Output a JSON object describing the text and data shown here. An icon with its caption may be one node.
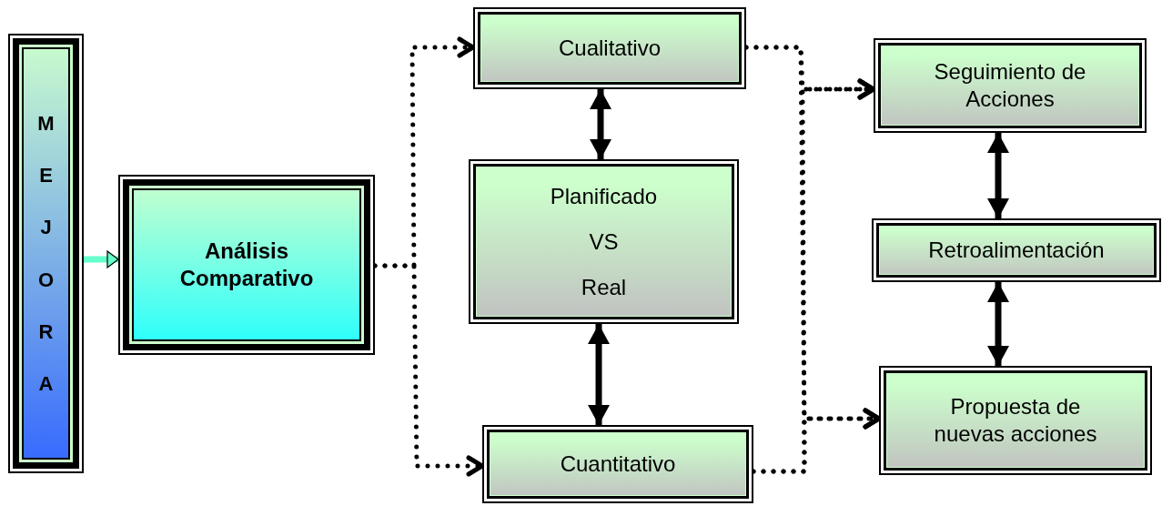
{
  "diagram": {
    "nodes": [
      {
        "text": [
          "M E J O R A"
        ]
      },
      {
        "text": [
          "Análisis Comparativo"
        ]
      },
      {
        "text": [
          "Cualitativo"
        ]
      },
      {
        "text": [
          "Planificado",
          "VS",
          "Real"
        ]
      },
      {
        "text": [
          "Cuantitativo"
        ]
      },
      {
        "text": [
          "Seguimiento de Acciones"
        ]
      },
      {
        "text": [
          "Retroalimentación"
        ]
      },
      {
        "text": [
          "Propuesta de nuevas acciones"
        ]
      }
    ],
    "edges": [
      {
        "from": 0,
        "to": 1,
        "arrow": "to",
        "color": "#66ffcc"
      },
      {
        "from": 1,
        "to": 2,
        "arrow": "to",
        "style": "dashed"
      },
      {
        "from": 1,
        "to": 4,
        "arrow": "to",
        "style": "dashed"
      },
      {
        "from": 2,
        "to": 3,
        "arrow": "both"
      },
      {
        "from": 3,
        "to": 4,
        "arrow": "both"
      },
      {
        "from": 2,
        "to": 5,
        "arrow": "to",
        "style": "dashed"
      },
      {
        "from": 2,
        "to": 7,
        "arrow": "to",
        "style": "dashed"
      },
      {
        "from": 4,
        "to": 5,
        "arrow": "to",
        "style": "dashed"
      },
      {
        "from": 4,
        "to": 7,
        "arrow": "to",
        "style": "dashed"
      },
      {
        "from": 5,
        "to": 6,
        "arrow": "both"
      },
      {
        "from": 6,
        "to": 7,
        "arrow": "both"
      }
    ]
  }
}
